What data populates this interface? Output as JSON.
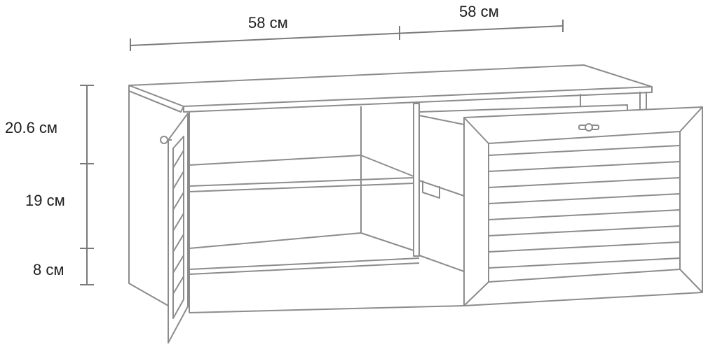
{
  "dimensions": {
    "width_left": "58 см",
    "width_right": "58 см",
    "height_top": "20.6 см",
    "height_middle": "19 см",
    "height_bottom": "8 см"
  },
  "colors": {
    "line": "#8c8c8c",
    "text": "#1e1e1e"
  }
}
